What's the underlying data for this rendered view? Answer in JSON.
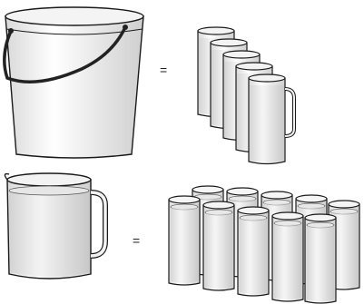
{
  "rows": [
    {
      "left": "bucket",
      "operator": "=",
      "right": "pitcher",
      "count": 5
    },
    {
      "left": "pitcher",
      "operator": "=",
      "right": "glass",
      "count": 10
    }
  ],
  "colors": {
    "stroke": "#1a1a1a",
    "fill": "#f7f7f7",
    "shade": "#e2e2e2",
    "dark_shade": "#c9c9c9",
    "handle": "#222222"
  },
  "icons": [
    "bucket-icon",
    "pitcher-icon",
    "glass-icon"
  ]
}
